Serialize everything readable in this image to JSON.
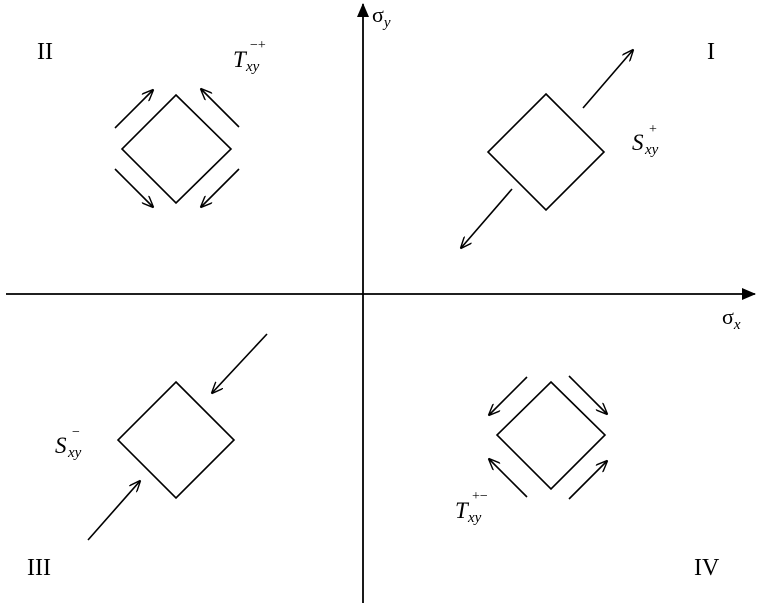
{
  "axes": {
    "x_symbol": "σ",
    "x_subscript": "x",
    "y_symbol": "σ",
    "y_subscript": "y"
  },
  "quadrants": {
    "q1": "I",
    "q2": "II",
    "q3": "III",
    "q4": "IV"
  },
  "elements": {
    "s_plus": {
      "base": "S",
      "sup": "+",
      "sub": "xy"
    },
    "s_minus": {
      "base": "S",
      "sup": "−",
      "sub": "xy"
    },
    "t_minus_plus": {
      "base": "T",
      "sup": "−+",
      "sub": "xy"
    },
    "t_plus_minus": {
      "base": "T",
      "sup": "+−",
      "sub": "xy"
    }
  },
  "colors": {
    "stroke": "#000000",
    "background": "#ffffff"
  }
}
